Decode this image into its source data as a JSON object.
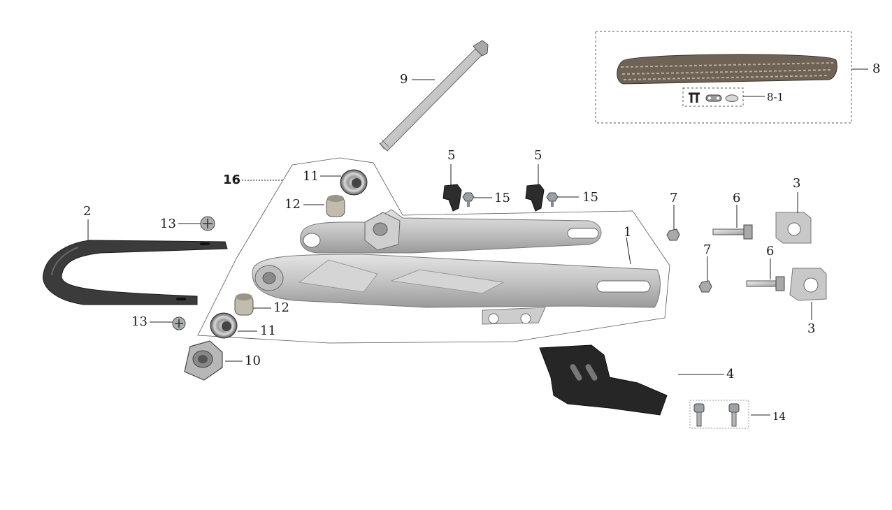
{
  "colors": {
    "line": "#222222",
    "dash": "#555555",
    "metal_light": "#d6d6d6",
    "metal_mid": "#bdbdbd",
    "metal_dark": "#8f8f8f",
    "rubber": "#2b2b2b",
    "background": "#ffffff"
  },
  "parts": [
    {
      "id": "p1",
      "text": "1"
    },
    {
      "id": "p2",
      "text": "2"
    },
    {
      "id": "p3a",
      "text": "3"
    },
    {
      "id": "p3b",
      "text": "3"
    },
    {
      "id": "p4",
      "text": "4"
    },
    {
      "id": "p5a",
      "text": "5"
    },
    {
      "id": "p5b",
      "text": "5"
    },
    {
      "id": "p6a",
      "text": "6"
    },
    {
      "id": "p6b",
      "text": "6"
    },
    {
      "id": "p7a",
      "text": "7"
    },
    {
      "id": "p7b",
      "text": "7"
    },
    {
      "id": "p8",
      "text": "8"
    },
    {
      "id": "p8_1",
      "text": "8-1"
    },
    {
      "id": "p9",
      "text": "9"
    },
    {
      "id": "p10",
      "text": "10"
    },
    {
      "id": "p11a",
      "text": "11"
    },
    {
      "id": "p11b",
      "text": "11"
    },
    {
      "id": "p12a",
      "text": "12"
    },
    {
      "id": "p12b",
      "text": "12"
    },
    {
      "id": "p13a",
      "text": "13"
    },
    {
      "id": "p13b",
      "text": "13"
    },
    {
      "id": "p14",
      "text": "14"
    },
    {
      "id": "p15a",
      "text": "15"
    },
    {
      "id": "p15b",
      "text": "15"
    },
    {
      "id": "p16",
      "text": "16"
    }
  ]
}
